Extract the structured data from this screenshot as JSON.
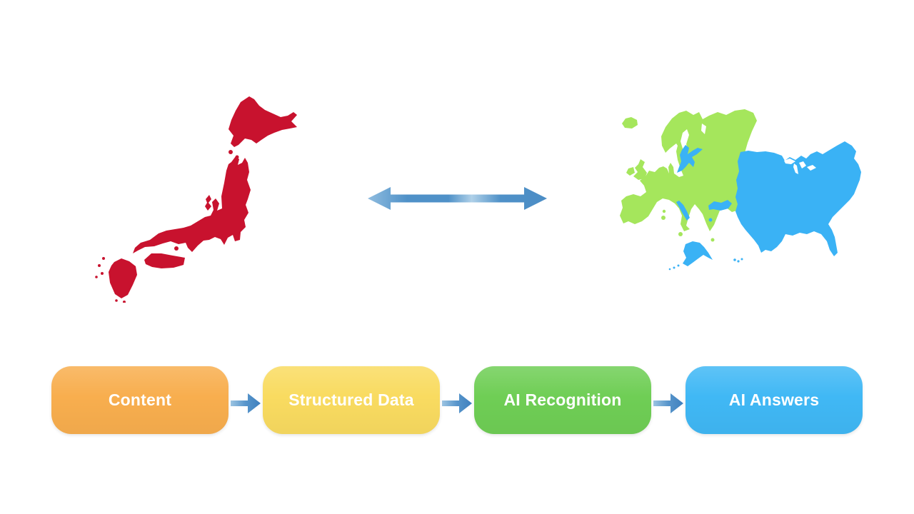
{
  "page": {
    "background": "#FFFFFF"
  },
  "maps": {
    "japan": {
      "icon": "japan-map",
      "color": "#C8122E"
    },
    "europe": {
      "icon": "europe-map",
      "color": "#A5E65C"
    },
    "usa": {
      "icon": "usa-map",
      "color": "#3AB2F5"
    },
    "sea_blue": "#3AB2F5",
    "lake_white": "#FFFFFF"
  },
  "comparison_arrow": {
    "icon": "double-headed-arrow",
    "light": "#8FBCDF",
    "mid": "#4F91C8",
    "sheen": "#AFD0E8",
    "dark": "#4C8DC5"
  },
  "flow": {
    "steps": [
      {
        "label": "Content",
        "color": "#F8AE4E"
      },
      {
        "label": "Structured Data",
        "color": "#F9DB60"
      },
      {
        "label": "AI Recognition",
        "color": "#6FCE55"
      },
      {
        "label": "AI Answers",
        "color": "#40B8F5"
      }
    ],
    "connector": {
      "icon": "right-arrow",
      "light": "#9CC4E2",
      "mid": "#5795CB",
      "dark": "#3F80BE"
    },
    "text_color": "#FFFFFF"
  }
}
